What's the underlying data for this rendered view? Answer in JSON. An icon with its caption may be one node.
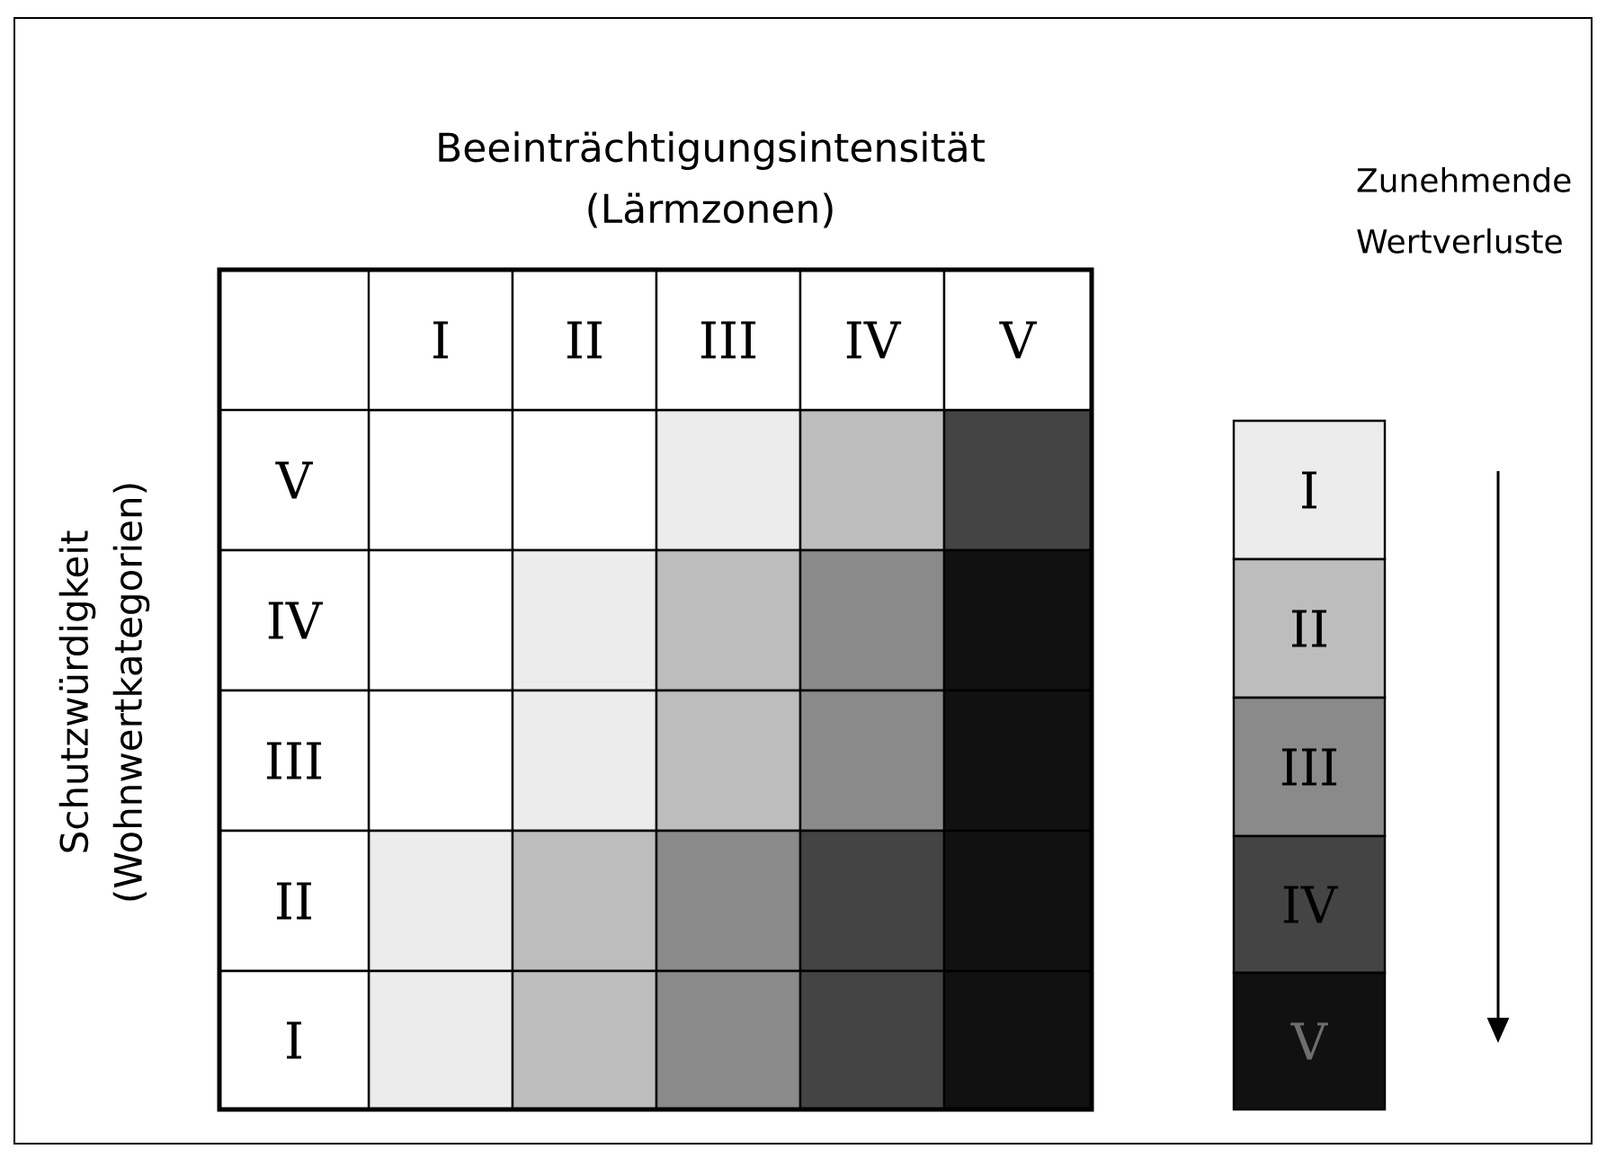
{
  "diagram": {
    "labels": [
      "Beeinträchtigungsintensität (Lärmzonen)",
      "Zunehmende Wertverluste",
      "Schutzwürdigkeit (Wohnwertkategorien)",
      "I",
      "II",
      "III",
      "IV",
      "V",
      "V",
      "IV",
      "III",
      "II",
      "I"
    ],
    "legend": [
      {
        "text": "I",
        "color": "#ececec"
      },
      {
        "text": "II",
        "color": "#bdbdbd"
      },
      {
        "text": "III",
        "color": "#8a8a8a"
      },
      {
        "text": "IV",
        "color": "#444444"
      },
      {
        "text": "V",
        "color": "#111111"
      }
    ]
  }
}
